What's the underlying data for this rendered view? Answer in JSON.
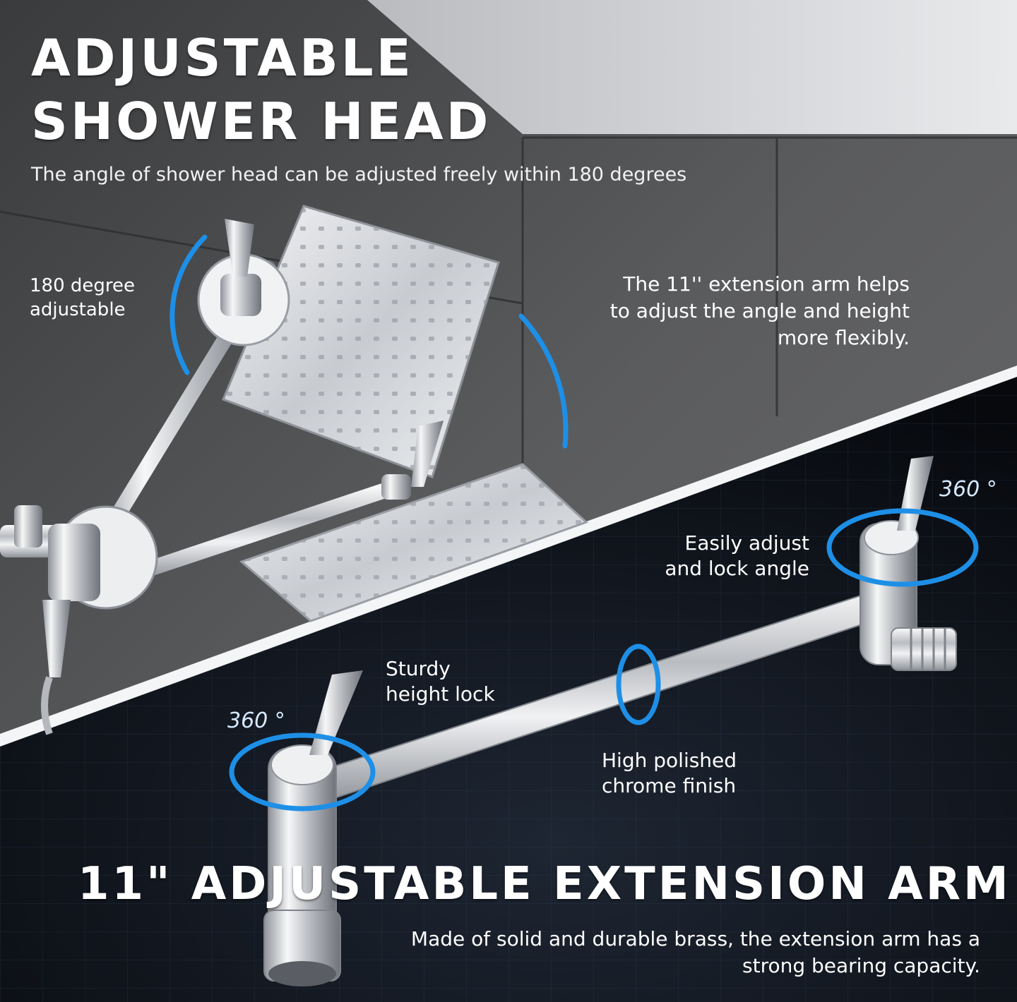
{
  "header": {
    "title_line1": "ADJUSTABLE",
    "title_line2": "SHOWER HEAD",
    "subtitle": "The angle of shower head can be adjusted freely within 180 degrees"
  },
  "callouts": {
    "rotation_180": "180 degree\nadjustable",
    "extension_arm": "The 11'' extension arm helps\nto adjust the angle and height\nmore flexibly.",
    "degree_right": "360 °",
    "degree_left": "360 °",
    "easy_adjust": "Easily adjust\nand lock angle",
    "height_lock": "Sturdy\nheight lock",
    "chrome_finish": "High polished\nchrome finish"
  },
  "footer": {
    "title": "11\" ADJUSTABLE EXTENSION ARM",
    "description": "Made of solid and durable brass, the extension arm has a\nstrong bearing capacity."
  },
  "colors": {
    "accent_blue": "#1e8fe6",
    "wall_gray": "#5a5b5d",
    "panel_dark": "#0d1016",
    "chrome": "#d8dade"
  }
}
